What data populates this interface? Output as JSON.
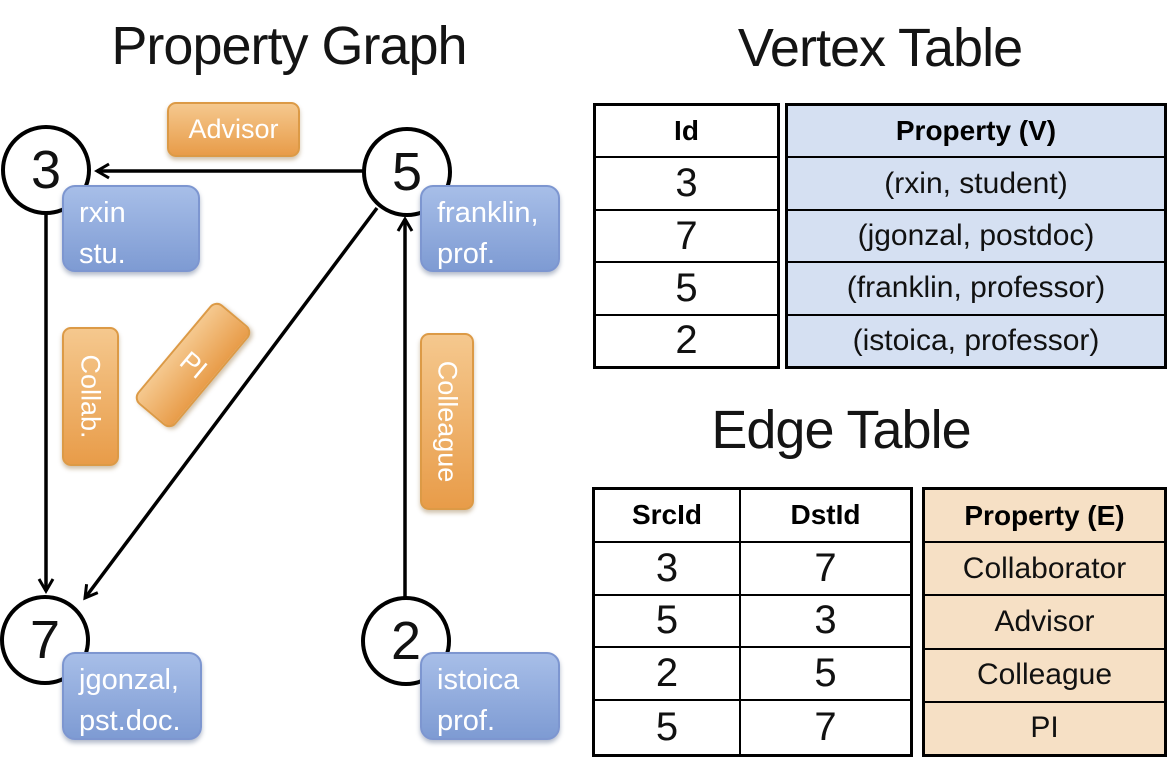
{
  "graph": {
    "title": "Property Graph",
    "nodes": [
      {
        "label": "3"
      },
      {
        "label": "5"
      },
      {
        "label": "7"
      },
      {
        "label": "2"
      }
    ],
    "edge_labels": {
      "advisor": "Advisor",
      "collab": "Collab.",
      "pi": "PI",
      "colleague": "Colleague"
    },
    "vertex_boxes": [
      {
        "line1": "rxin",
        "line2": "stu."
      },
      {
        "line1": "franklin,",
        "line2": "prof."
      },
      {
        "line1": "jgonzal,",
        "line2": "pst.doc."
      },
      {
        "line1": "istoica",
        "line2": "prof."
      }
    ]
  },
  "vertex_table": {
    "title": "Vertex Table",
    "id_header": "Id",
    "property_header": "Property (V)",
    "rows": [
      {
        "id": "3",
        "property": "(rxin, student)"
      },
      {
        "id": "7",
        "property": "(jgonzal, postdoc)"
      },
      {
        "id": "5",
        "property": "(franklin, professor)"
      },
      {
        "id": "2",
        "property": "(istoica, professor)"
      }
    ]
  },
  "edge_table": {
    "title": "Edge Table",
    "src_header": "SrcId",
    "dst_header": "DstId",
    "property_header": "Property (E)",
    "rows": [
      {
        "src": "3",
        "dst": "7",
        "property": "Collaborator"
      },
      {
        "src": "5",
        "dst": "3",
        "property": "Advisor"
      },
      {
        "src": "2",
        "dst": "5",
        "property": "Colleague"
      },
      {
        "src": "5",
        "dst": "7",
        "property": "PI"
      }
    ]
  },
  "colors": {
    "edge_label_fill_top": "#f5c88e",
    "edge_label_fill_bottom": "#e89c49",
    "edge_label_border": "#dc9a46",
    "vertex_box_fill_top": "#a7bee8",
    "vertex_box_fill_bottom": "#7e9bd3",
    "vertex_property_column_bg": "#d5e0f2",
    "edge_property_column_bg": "#f6e0c5",
    "line_color": "#000000"
  }
}
